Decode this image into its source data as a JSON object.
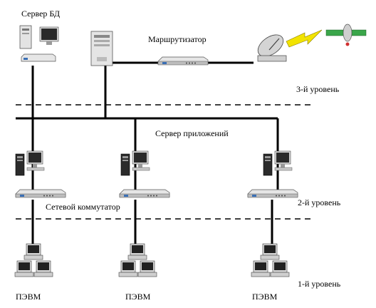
{
  "labels": {
    "db_server": "Сервер БД",
    "router": "Маршрутизатор",
    "level3": "3-й уровень",
    "app_server": "Сервер приложений",
    "network_switch": "Сетевой коммутатор",
    "level2": "2-й уровень",
    "level1": "1-й уровень",
    "pc_left": "ПЭВМ",
    "pc_center": "ПЭВМ",
    "pc_right": "ПЭВМ"
  },
  "colors": {
    "line": "#000000",
    "device_light": "#d9d9d9",
    "device_dark": "#222222",
    "screen": "#8ab4c9",
    "lightning": "#f2e300",
    "satellite_panel": "#3aa64a"
  },
  "icons": [
    "db-server-icon",
    "workstation-icon",
    "router-icon",
    "satellite-dish-icon",
    "lightning-icon",
    "satellite-icon",
    "network-switch-icon",
    "pc-cluster-icon"
  ]
}
